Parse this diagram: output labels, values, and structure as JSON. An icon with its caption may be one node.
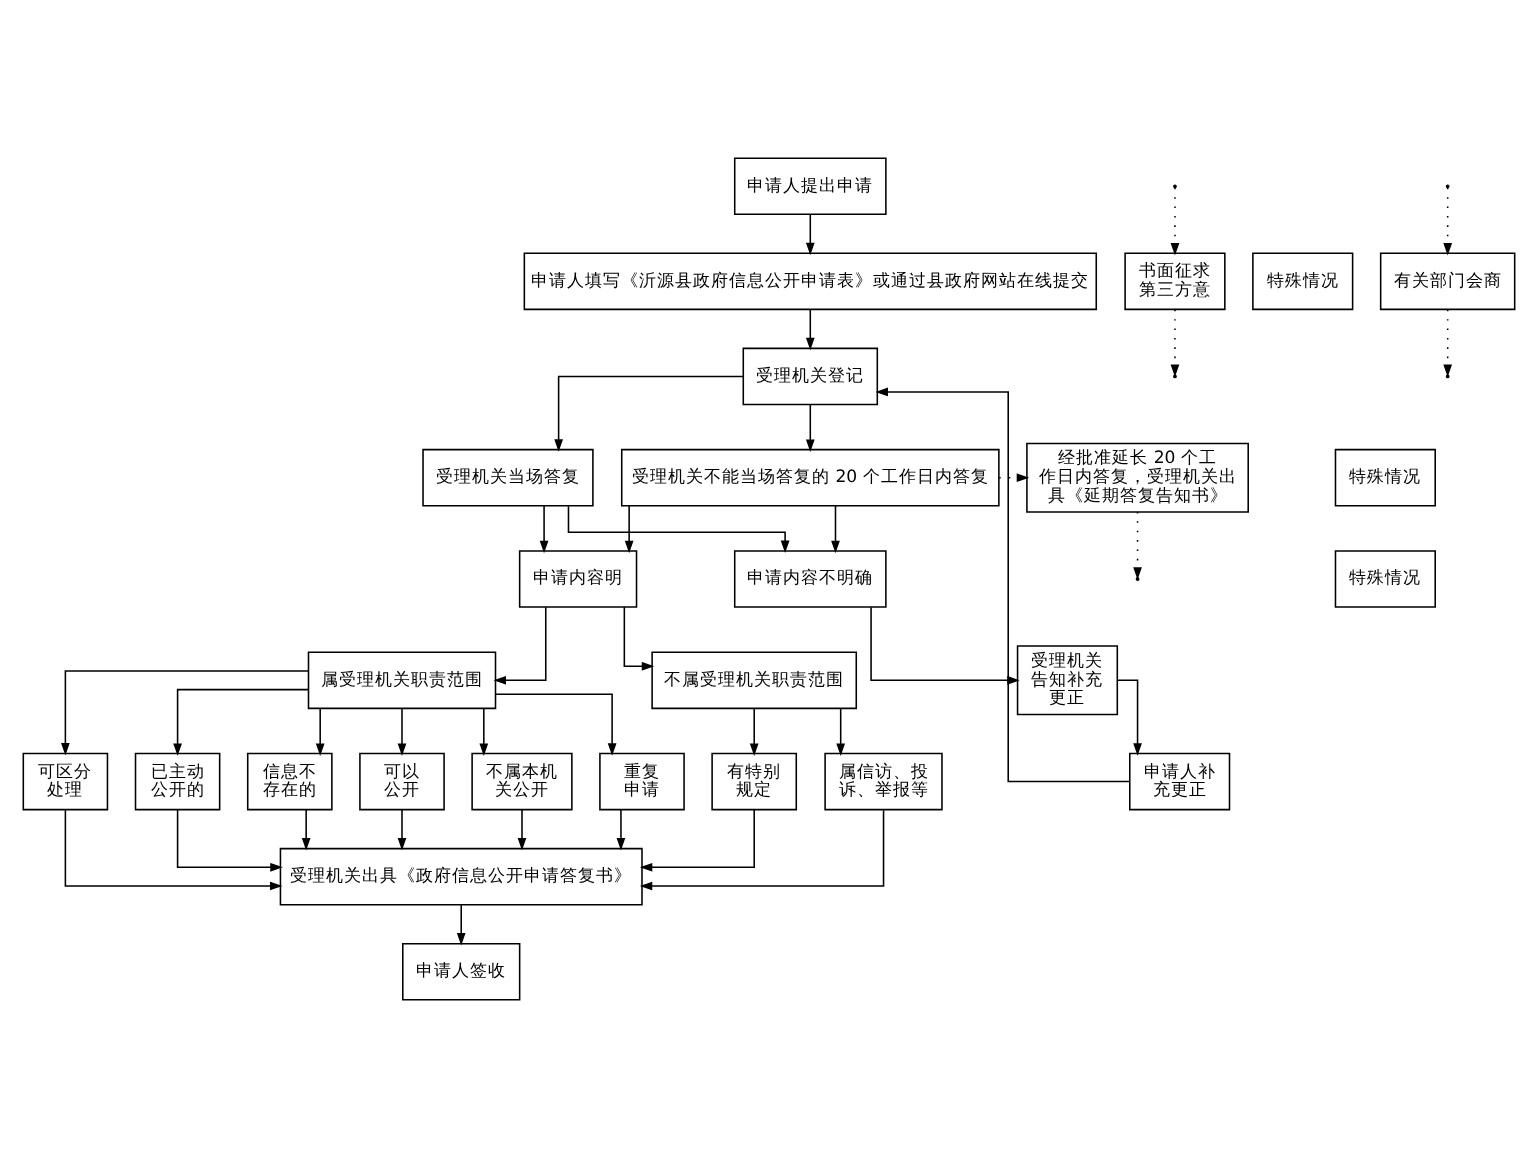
{
  "diagram": {
    "nodes": [
      {
        "text": [
          "申请人提出申请"
        ]
      },
      {
        "text": [
          "申请人填写《沂源县政府信息公开申请表》或通过县政府网站在线提交"
        ]
      },
      {
        "text": [
          "受理机关登记"
        ]
      },
      {
        "text": [
          "受理机关当场答复"
        ]
      },
      {
        "text": [
          "受理机关不能当场答复的 20 个工作日内答复"
        ]
      },
      {
        "text": [
          "特殊情况"
        ]
      },
      {
        "text": [
          "经批准延长 20 个工作日内答复，受理机关出具《延期答复告知书》"
        ]
      },
      {
        "text": [
          "申请内容不明确"
        ]
      },
      {
        "text": [
          "申请内容明"
        ]
      },
      {
        "text": [
          "特殊情况"
        ]
      },
      {
        "text": [
          "书面征求第三方意"
        ]
      },
      {
        "text": [
          "受理机关告知补充更正"
        ]
      },
      {
        "text": [
          "申请人补充更正"
        ]
      },
      {
        "text": [
          "属受理机关职责范围"
        ]
      },
      {
        "text": [
          "不属受理机关职责范围"
        ]
      },
      {
        "text": [
          "已主动公开的"
        ]
      },
      {
        "text": [
          "信息不存在的"
        ]
      },
      {
        "text": [
          "可以公开"
        ]
      },
      {
        "text": [
          "不属本机关公开"
        ]
      },
      {
        "text": [
          "重复申请"
        ]
      },
      {
        "text": [
          "可区分处理"
        ]
      },
      {
        "text": [
          "有特别规定"
        ]
      },
      {
        "text": [
          "属信访、投诉、举报等"
        ]
      },
      {
        "text": [
          "特殊情况"
        ]
      },
      {
        "text": [
          "有关部门会商"
        ]
      },
      {
        "text": [
          "受理机关出具《政府信息公开申请答复书》"
        ]
      },
      {
        "text": [
          "申请人签收"
        ]
      }
    ],
    "edges": [
      {
        "from": 0,
        "to": 1,
        "arrow": "to"
      },
      {
        "from": 1,
        "to": 2,
        "arrow": "to"
      },
      {
        "from": 2,
        "to": 3,
        "arrow": "to"
      },
      {
        "from": 2,
        "to": 4,
        "arrow": "to"
      },
      {
        "from": 4,
        "to": 6,
        "arrow": "to",
        "style": "dashed"
      },
      {
        "from": 6,
        "to": null,
        "arrow": "to",
        "style": "dashed"
      },
      {
        "from": 3,
        "to": 7,
        "arrow": "to"
      },
      {
        "from": 3,
        "to": 8,
        "arrow": "to"
      },
      {
        "from": 4,
        "to": 7,
        "arrow": "to"
      },
      {
        "from": 4,
        "to": 8,
        "arrow": "to"
      },
      {
        "from": 7,
        "to": 11,
        "arrow": "to"
      },
      {
        "from": 11,
        "to": 12,
        "arrow": "to"
      },
      {
        "from": 12,
        "to": 2,
        "arrow": "to"
      },
      {
        "from": null,
        "to": 10,
        "arrow": "to",
        "style": "dashed"
      },
      {
        "from": 10,
        "to": null,
        "arrow": "to",
        "style": "dashed"
      },
      {
        "from": 8,
        "to": 13,
        "arrow": "to"
      },
      {
        "from": 8,
        "to": 14,
        "arrow": "to"
      },
      {
        "from": 13,
        "to": 15,
        "arrow": "to"
      },
      {
        "from": 13,
        "to": 16,
        "arrow": "to"
      },
      {
        "from": 13,
        "to": 17,
        "arrow": "to"
      },
      {
        "from": 13,
        "to": 18,
        "arrow": "to"
      },
      {
        "from": 13,
        "to": 19,
        "arrow": "to"
      },
      {
        "from": 13,
        "to": 20,
        "arrow": "to"
      },
      {
        "from": 14,
        "to": 21,
        "arrow": "to"
      },
      {
        "from": 14,
        "to": 22,
        "arrow": "to"
      },
      {
        "from": 15,
        "to": 25,
        "arrow": "to"
      },
      {
        "from": 16,
        "to": 25,
        "arrow": "to"
      },
      {
        "from": 17,
        "to": 25,
        "arrow": "to"
      },
      {
        "from": 18,
        "to": 25,
        "arrow": "to"
      },
      {
        "from": 19,
        "to": 25,
        "arrow": "to"
      },
      {
        "from": 20,
        "to": 25,
        "arrow": "to"
      },
      {
        "from": 21,
        "to": 25,
        "arrow": "to"
      },
      {
        "from": 22,
        "to": 25,
        "arrow": "to"
      },
      {
        "from": null,
        "to": 24,
        "arrow": "to",
        "style": "dashed"
      },
      {
        "from": 24,
        "to": null,
        "arrow": "to",
        "style": "dashed"
      },
      {
        "from": 25,
        "to": 26,
        "arrow": "to"
      }
    ]
  }
}
